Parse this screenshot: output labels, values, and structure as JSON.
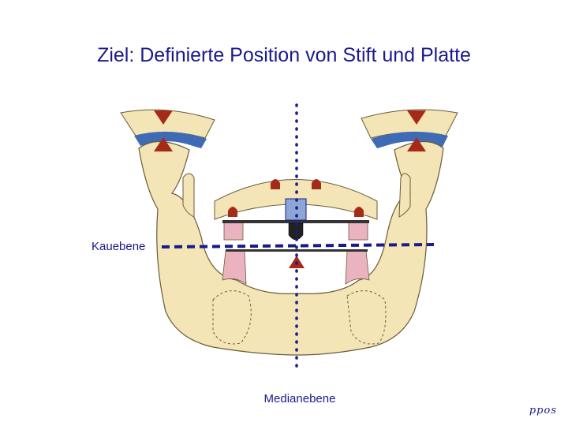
{
  "title": "Ziel: Definierte Position von Stift und Platte",
  "labels": {
    "kauebene": "Kauebene",
    "medianebene": "Medianebene"
  },
  "logo": "ppos",
  "colors": {
    "title": "#1a1a8c",
    "bone": "#f3e5b5",
    "bone_outline": "#6b5a3a",
    "articular_disc": "#3f6bb5",
    "marker": "#a52a1a",
    "reference_line": "#1a1a8c",
    "pin_block": "#8ea6d6",
    "pink_tissue": "#eab3bf"
  }
}
